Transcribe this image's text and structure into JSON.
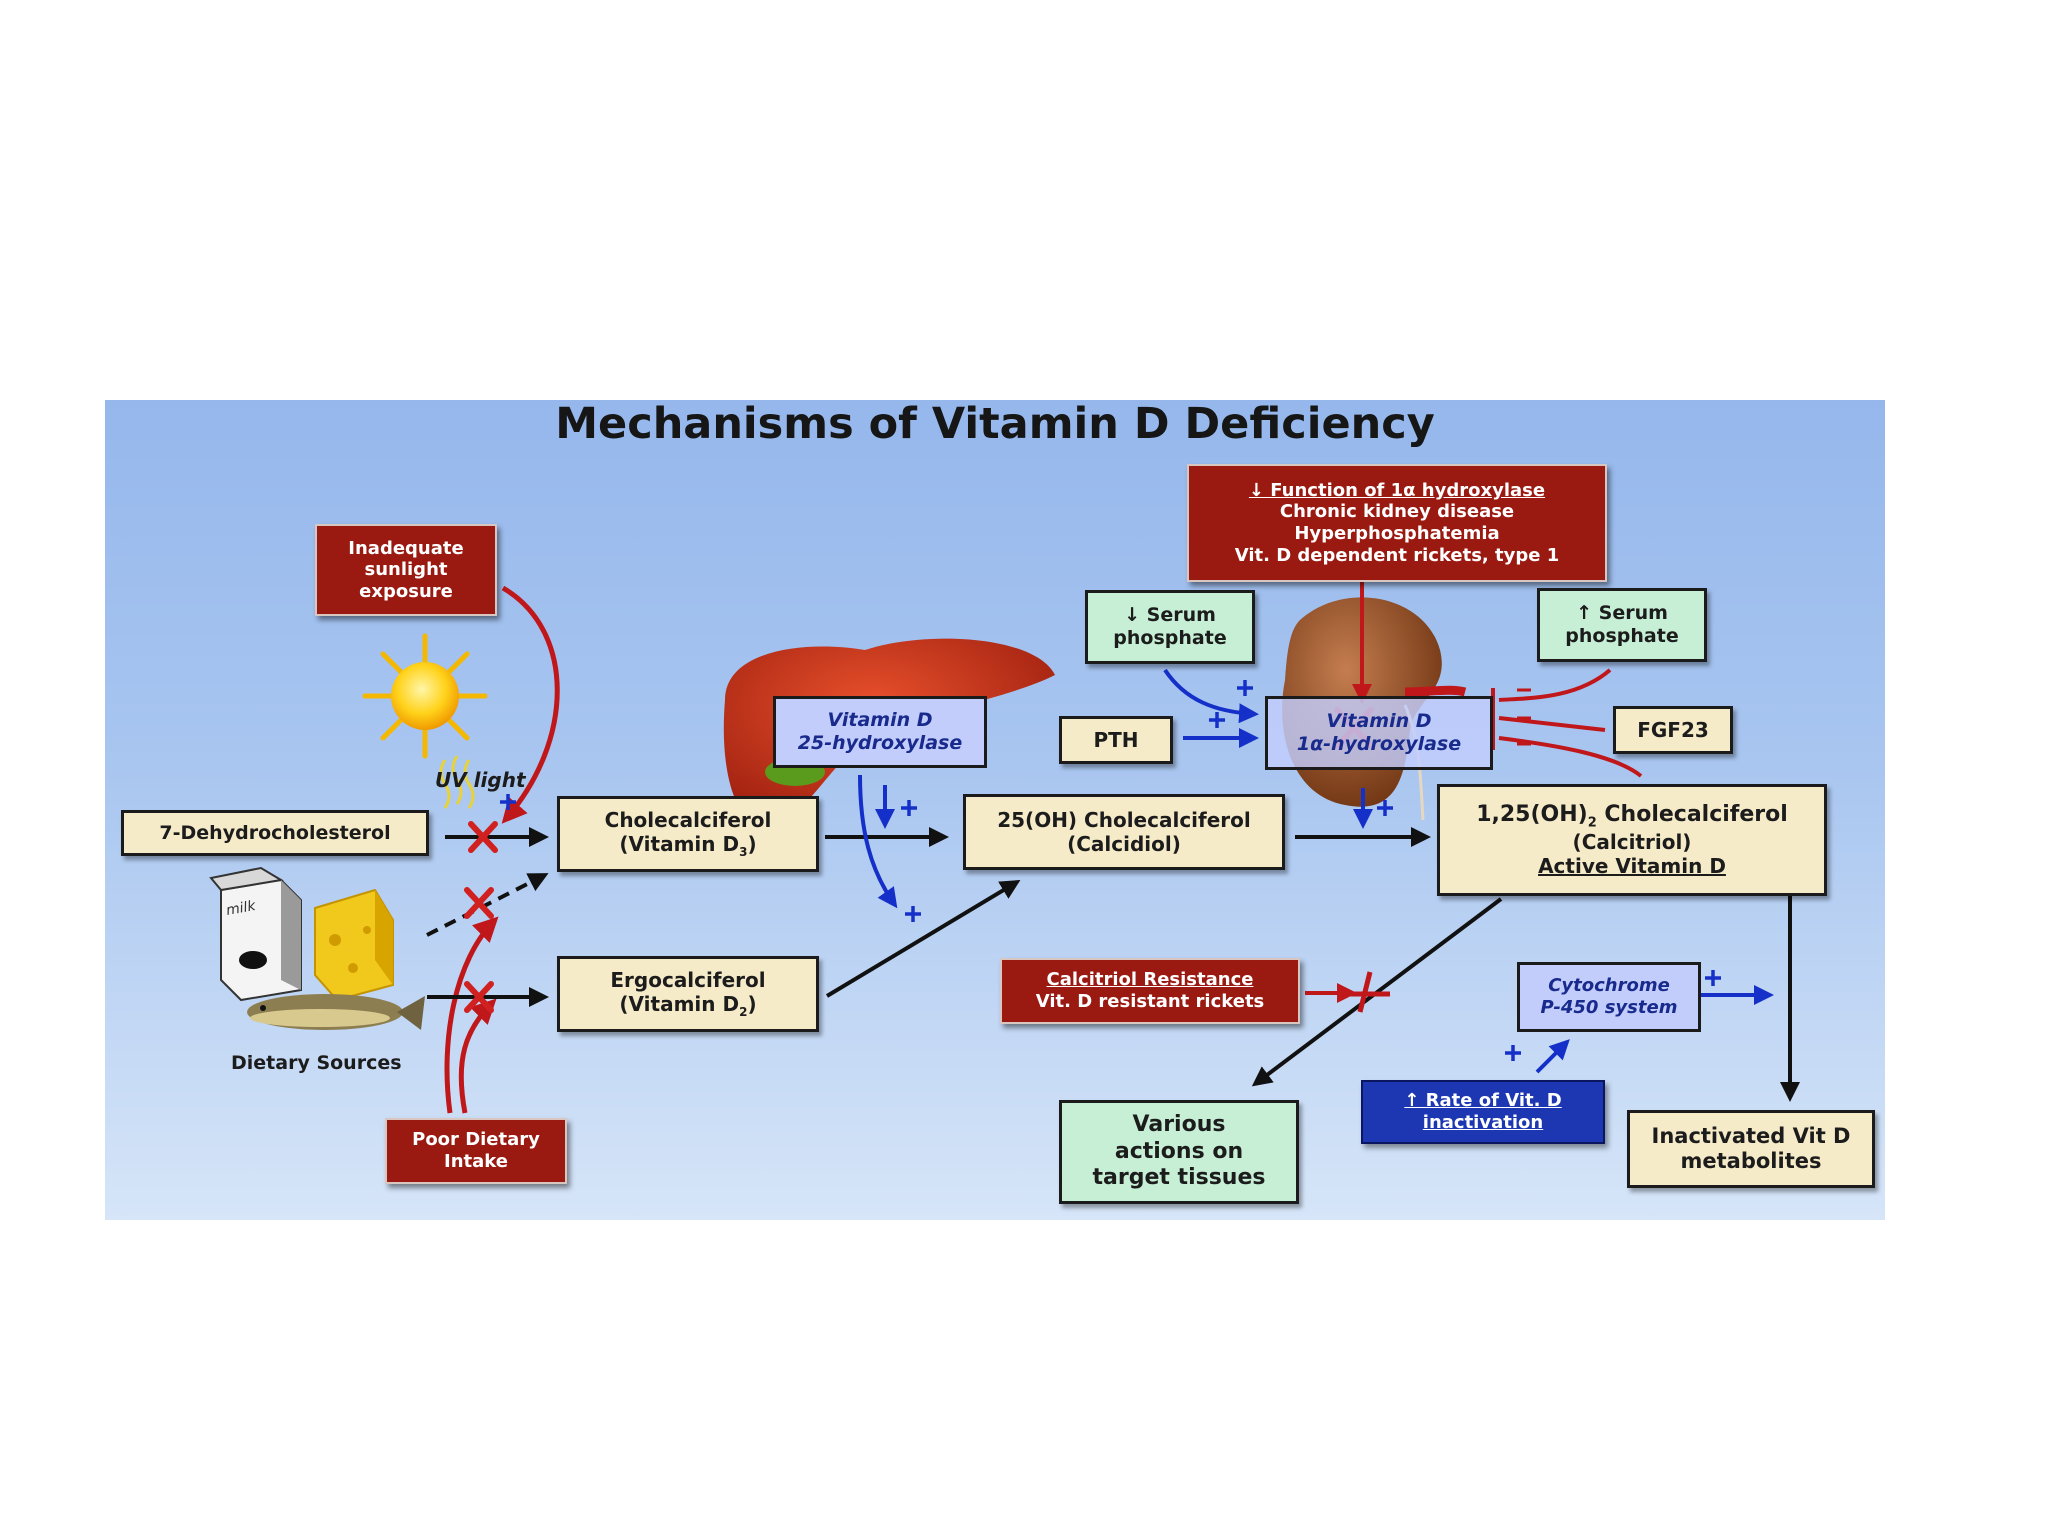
{
  "title": "Mechanisms of Vitamin D Deficiency",
  "boxes": {
    "dehydro": "7-Dehydrocholesterol",
    "chole_1": "Cholecalciferol",
    "chole_2": "(Vitamin D",
    "chole_sub": "3",
    "chole_end": ")",
    "ergo_1": "Ergocalciferol",
    "ergo_2": "(Vitamin D",
    "ergo_sub": "2",
    "ergo_end": ")",
    "calcidiol_1": "25(OH) Cholecalciferol",
    "calcidiol_2": "(Calcidiol)",
    "calcitriol_1a": "1,25(OH)",
    "calcitriol_sub": "2",
    "calcitriol_1b": " Cholecalciferol",
    "calcitriol_2": "(Calcitriol)",
    "calcitriol_3": "Active Vitamin D",
    "pth": "PTH",
    "fgf23": "FGF23",
    "various_1": "Various",
    "various_2": "actions on",
    "various_3": "target tissues",
    "inactivated_1": "Inactivated Vit D",
    "inactivated_2": "metabolites"
  },
  "enzymes": {
    "hydroxylase25_1": "Vitamin D",
    "hydroxylase25_2": "25-hydroxylase",
    "hydroxylase1a_1": "Vitamin D",
    "hydroxylase1a_2": "1α-hydroxylase",
    "cyp_1": "Cytochrome",
    "cyp_2": "P-450 system"
  },
  "causes": {
    "sunlight_1": "Inadequate",
    "sunlight_2": "sunlight",
    "sunlight_3": "exposure",
    "poor_1": "Poor Dietary",
    "poor_2": "Intake",
    "onealpha_1": "↓ Function of 1α hydroxylase",
    "onealpha_2": "Chronic kidney disease",
    "onealpha_3": "Hyperphosphatemia",
    "onealpha_4": "Vit. D dependent rickets, type 1",
    "resist_1": "Calcitriol Resistance",
    "resist_2": "Vit. D resistant rickets",
    "inact_1": "↑ Rate of Vit. D",
    "inact_2": "inactivation"
  },
  "phosphate": {
    "low_1": "↓ Serum",
    "low_2": "phosphate",
    "high_1": "↑ Serum",
    "high_2": "phosphate"
  },
  "labels": {
    "uv": "UV light",
    "dietary": "Dietary Sources",
    "milk": "milk"
  },
  "colors": {
    "cause_red": "#9a1a12",
    "arrow_red": "#c0171b",
    "stimulate_blue": "#1430c8",
    "cream": "#f6ebc9",
    "green": "#c6efd5",
    "enzyme": "#c2cdfc"
  }
}
